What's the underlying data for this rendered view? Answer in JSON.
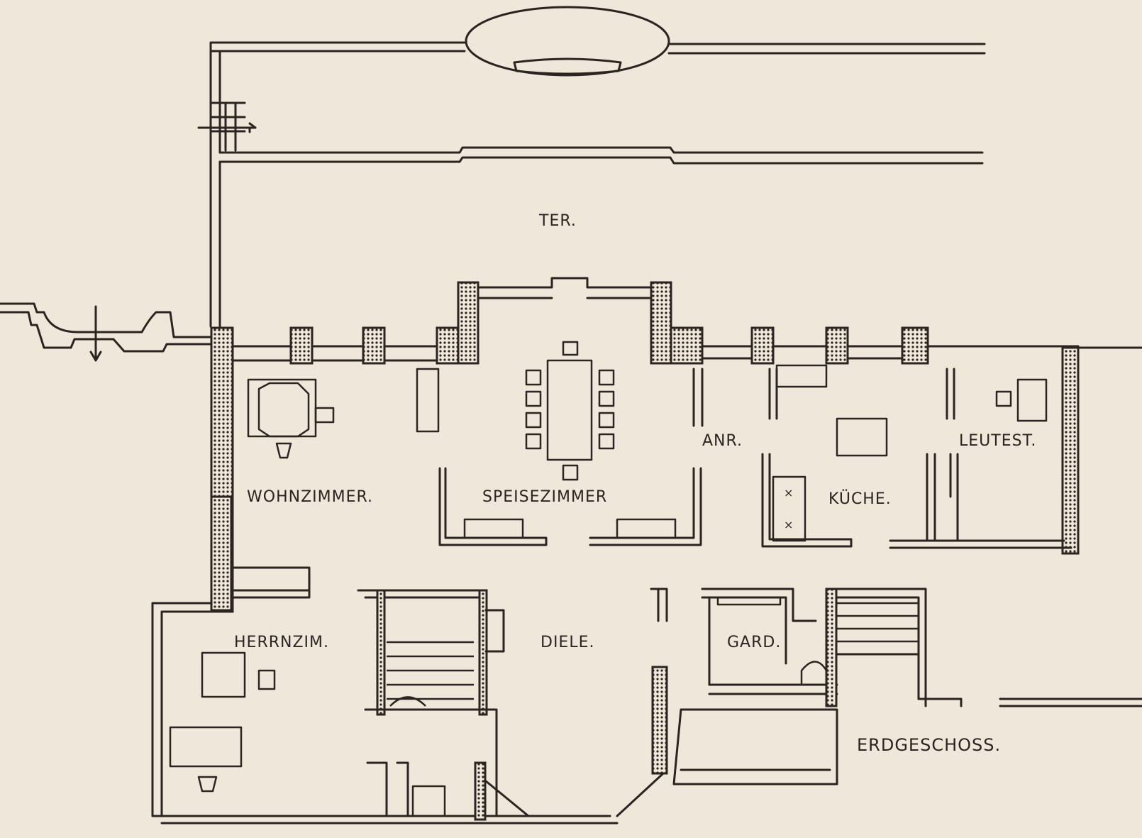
{
  "plan_title": "ERDGESCHOSS.",
  "rooms": {
    "terrace": "TER.",
    "wohnzimmer": "WOHNZIMMER.",
    "speisezimmer": "SPEISEZIMMER",
    "anrichte": "ANR.",
    "kueche": "KÜCHE.",
    "leutestube": "LEUTEST.",
    "herrenzimmer": "HERRNZIM.",
    "diele": "DIELE.",
    "garderobe": "GARD."
  },
  "colors": {
    "ink": "#2b2420",
    "paper": "#efe8da"
  }
}
